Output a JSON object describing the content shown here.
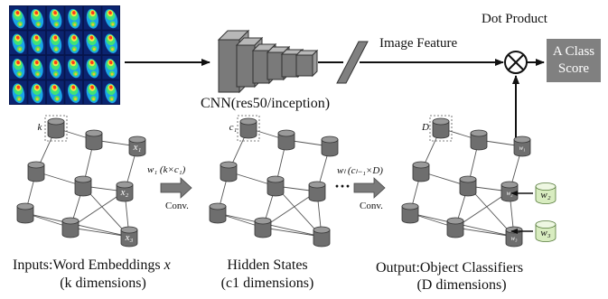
{
  "labels": {
    "dot_product": "Dot Product",
    "image_feature": "Image Feature",
    "cnn": "CNN(res50/inception)",
    "class_score": [
      "A Class",
      "Score"
    ],
    "inputs_title": "Inputs:Word Embeddings ",
    "inputs_var": "x",
    "inputs_sub": "(k dimensions)",
    "hidden_title": "Hidden States",
    "hidden_sub": "(c1 dimensions)",
    "output_title": "Output:Object Classifiers",
    "output_sub": "(D dimensions)",
    "conv1": "Conv.",
    "conv2": "Conv.",
    "ellipsis": "···"
  },
  "graph1": {
    "k": "k",
    "x1": "x₁",
    "x2": "x₂",
    "x3": "x₃"
  },
  "graph2": {
    "c1": "c₁"
  },
  "graph3": {
    "D": "D",
    "w1": "w₁",
    "w2": "w₂",
    "w3": "w₃"
  },
  "weights": {
    "w1": "w₁ (k×c₁)",
    "wl": "wₗ (cₗ₋₁×D)"
  },
  "colors": {
    "node": "#6e6e6e",
    "node_top": "#9a9a9a",
    "green_node": "#d8ecc0",
    "green_top": "#eef7e2",
    "score_box": "#808080",
    "heat_bg": "#0a1a5a"
  }
}
